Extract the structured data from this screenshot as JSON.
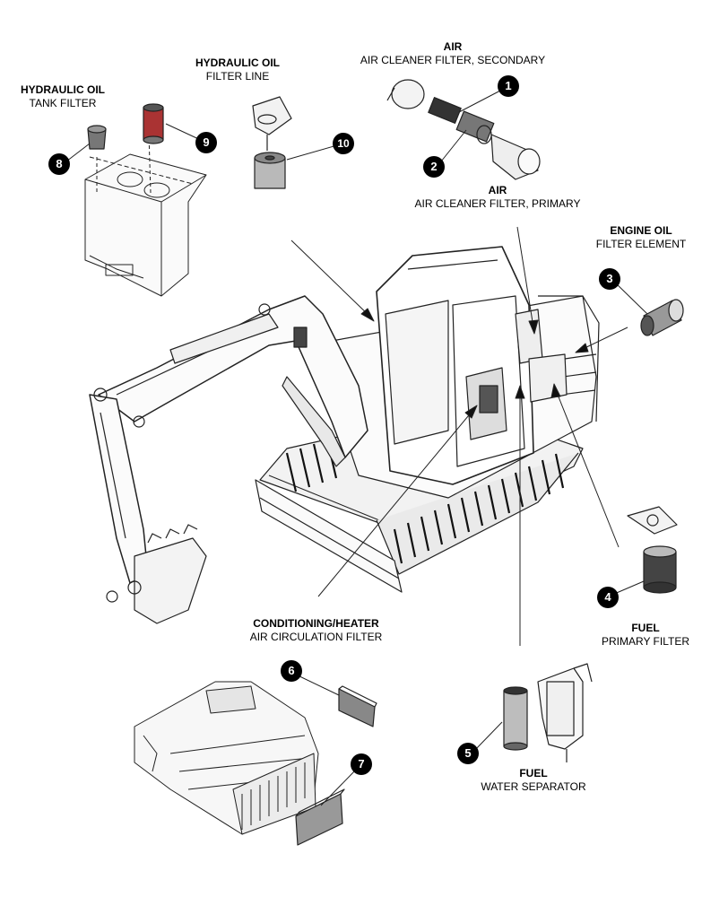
{
  "labels": {
    "air_secondary": {
      "heading": "AIR",
      "sub": "AIR CLEANER FILTER, SECONDARY"
    },
    "air_primary": {
      "heading": "AIR",
      "sub": "AIR CLEANER FILTER, PRIMARY"
    },
    "hydraulic_line": {
      "heading": "HYDRAULIC OIL",
      "sub": "FILTER LINE"
    },
    "hydraulic_tank": {
      "heading": "HYDRAULIC OIL",
      "sub": "TANK FILTER"
    },
    "engine_oil": {
      "heading": "ENGINE OIL",
      "sub": "FILTER ELEMENT"
    },
    "conditioning": {
      "heading": "CONDITIONING/HEATER",
      "sub": "AIR CIRCULATION FILTER"
    },
    "fuel_primary": {
      "heading": "FUEL",
      "sub": "PRIMARY FILTER"
    },
    "fuel_separator": {
      "heading": "FUEL",
      "sub": "WATER SEPARATOR"
    }
  },
  "callouts": [
    "1",
    "2",
    "3",
    "4",
    "5",
    "6",
    "7",
    "8",
    "9",
    "10"
  ],
  "colors": {
    "ink": "#000000",
    "part_gray": "#9a9a9a",
    "line_gray": "#555555"
  }
}
